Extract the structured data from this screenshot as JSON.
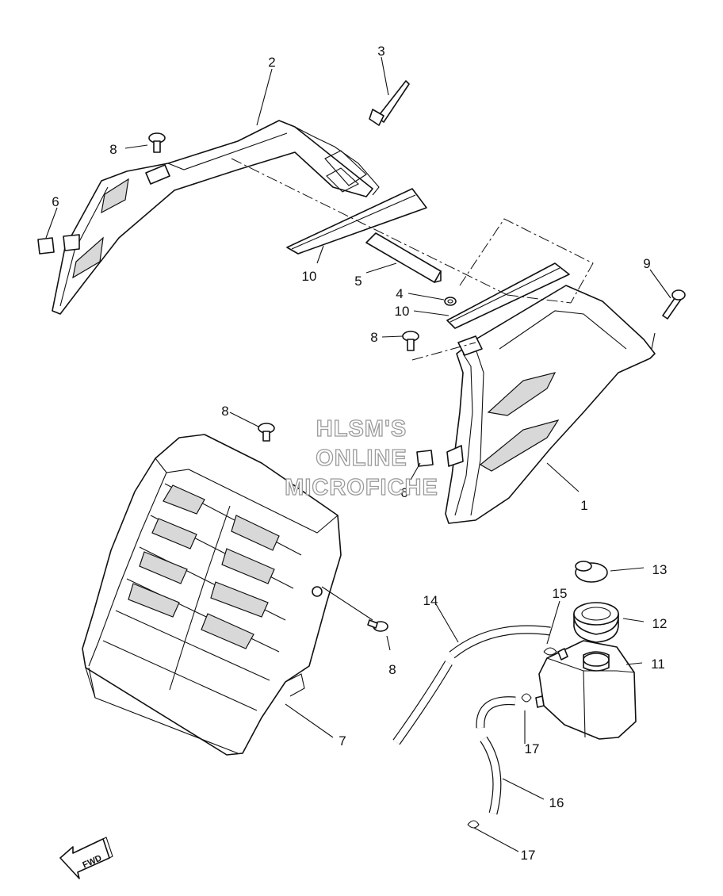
{
  "diagram": {
    "watermark_lines": [
      "HLSM'S",
      "ONLINE",
      "MICROFICHE"
    ],
    "fwd_label": "FWD",
    "callouts": [
      "1",
      "2",
      "3",
      "4",
      "5",
      "6",
      "6",
      "7",
      "8",
      "8",
      "8",
      "8",
      "9",
      "10",
      "10",
      "11",
      "12",
      "13",
      "14",
      "15",
      "16",
      "17",
      "17"
    ]
  }
}
